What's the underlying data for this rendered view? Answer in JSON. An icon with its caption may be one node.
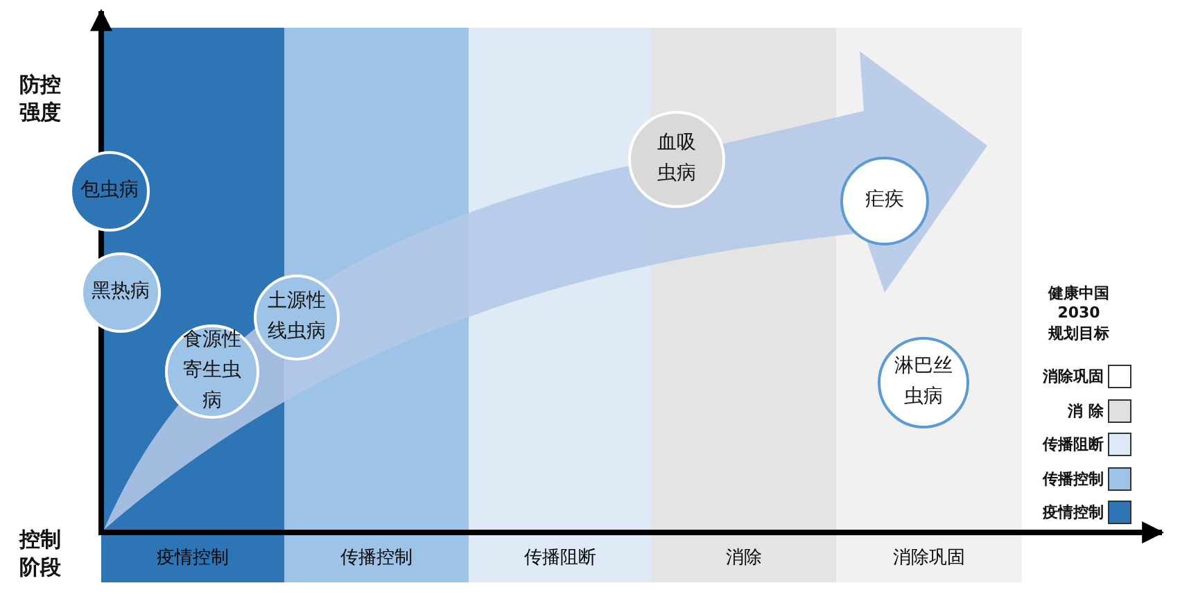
{
  "diagram": {
    "nodes": [
      {
        "text": [
          "疫情控制"
        ]
      },
      {
        "text": [
          "传播控制"
        ]
      },
      {
        "text": [
          "传播阻断"
        ]
      },
      {
        "text": [
          "消除"
        ]
      },
      {
        "text": [
          "消除巩固"
        ]
      },
      {
        "text": [
          "包虫病"
        ]
      },
      {
        "text": [
          "黑热病"
        ]
      },
      {
        "text": [
          "食源性寄生虫病"
        ],
        "in": 0
      },
      {
        "text": [
          "土源性线虫病"
        ]
      },
      {
        "text": [
          "血吸虫病"
        ]
      },
      {
        "text": [
          "疟疾"
        ],
        "in": 4
      },
      {
        "text": [
          "淋巴丝虫病"
        ],
        "in": 4
      }
    ],
    "labels": [
      "防控强度",
      "控制阶段",
      "健康中国 2030 规划目标"
    ],
    "legend": [
      {
        "text": "消除巩固",
        "color": "#ffffff"
      },
      {
        "text": "消 除",
        "color": "#e0e0e0"
      },
      {
        "text": "传播阻断",
        "color": "#dde9f6"
      },
      {
        "text": "传播控制",
        "color": "#9dc3e6"
      },
      {
        "text": "疫情控制",
        "color": "#2e75b6"
      }
    ]
  }
}
